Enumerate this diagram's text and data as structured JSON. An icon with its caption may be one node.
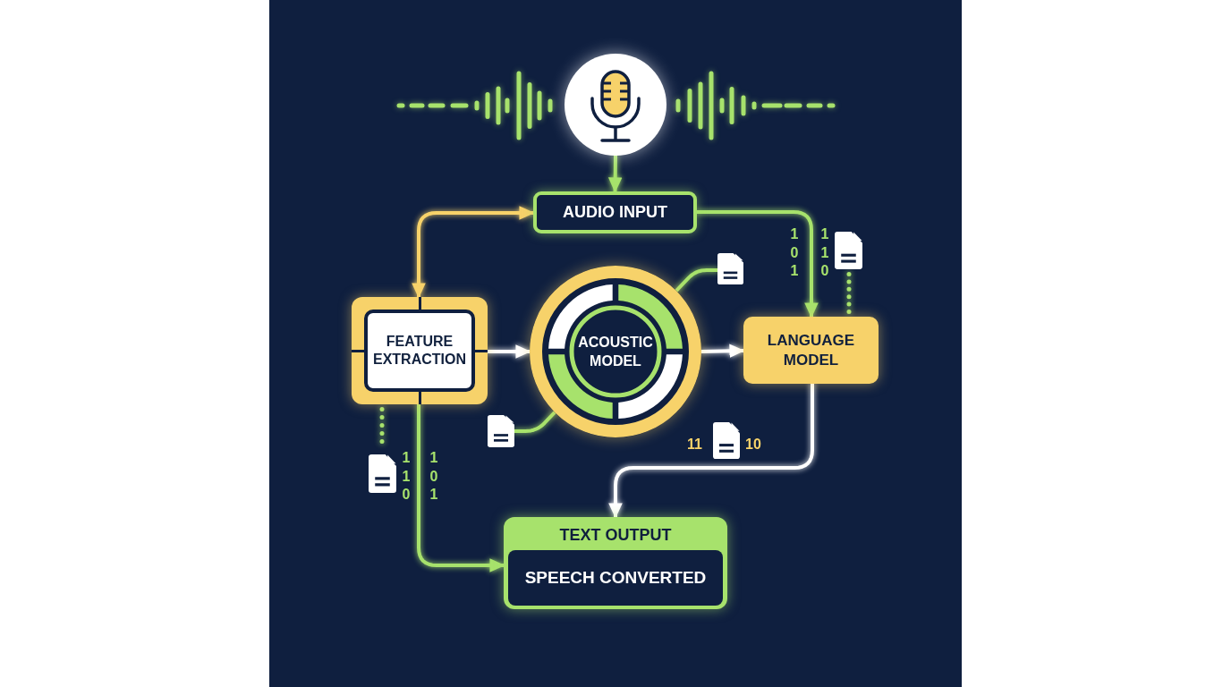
{
  "diagram": {
    "nodes": [
      {
        "text": [],
        "shape": "circle"
      },
      {
        "text": [
          "AUDIO INPUT"
        ]
      },
      {
        "text": [],
        "shape": "document"
      },
      {
        "text": [],
        "shape": "document"
      },
      {
        "text": [
          "FEATURE EXTRACTION"
        ]
      },
      {
        "text": [
          "ACOUSTIC MODEL"
        ]
      },
      {
        "text": [
          "LANGUAGE MODEL"
        ]
      },
      {
        "text": [],
        "shape": "document"
      },
      {
        "text": [],
        "shape": "document"
      },
      {
        "text": [
          "TEXT OUTPUT",
          "SPEECH CONVERTED"
        ]
      }
    ],
    "edges": [
      {
        "from": 0,
        "to": 1,
        "arrow": "to"
      },
      {
        "from": 4,
        "to": 1,
        "arrow": "both",
        "color": "#f7d26a"
      },
      {
        "from": 1,
        "to": 6,
        "arrow": "to"
      },
      {
        "from": 4,
        "to": 5,
        "arrow": "to",
        "color": "#ffffff"
      },
      {
        "from": 5,
        "to": 6,
        "arrow": "to",
        "color": "#ffffff"
      },
      {
        "from": 6,
        "to": 9,
        "arrow": "to",
        "color": "#ffffff"
      },
      {
        "from": 4,
        "to": 9,
        "arrow": "to"
      },
      {
        "from": 5,
        "to": 3,
        "arrow": "none"
      },
      {
        "from": 5,
        "to": 7,
        "arrow": "none"
      },
      {
        "from": 2,
        "to": 6,
        "arrow": "none",
        "style": "dashed"
      },
      {
        "from": 4,
        "to": 8,
        "arrow": "none",
        "style": "dashed"
      }
    ],
    "labels": [
      "1 0 1",
      "1 1 0",
      "11",
      "10",
      "1 1 0",
      "1 0 1"
    ]
  }
}
